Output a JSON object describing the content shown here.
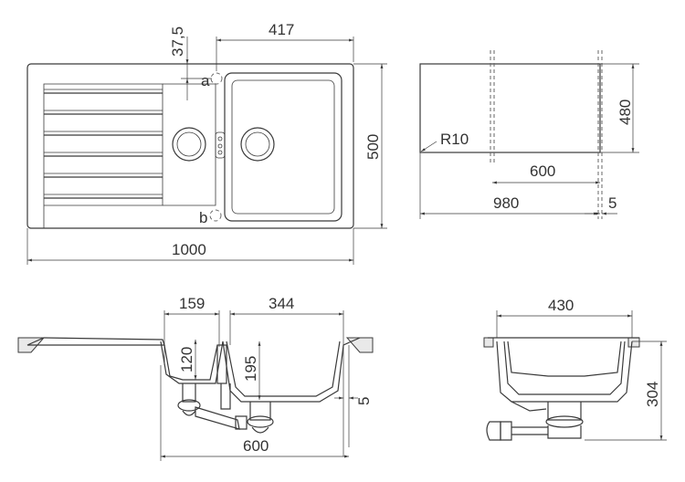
{
  "top_view": {
    "dims": {
      "offset_37_5": "37,5",
      "width_417": "417",
      "height_500": "500",
      "length_1000": "1000",
      "point_a": "a",
      "point_b": "b"
    }
  },
  "cutout_view": {
    "dims": {
      "radius": "R10",
      "height_480": "480",
      "width_600": "600",
      "width_980": "980",
      "gap_5": "5"
    }
  },
  "section_view": {
    "dims": {
      "width_159": "159",
      "width_344": "344",
      "depth_120": "120",
      "depth_195": "195",
      "gap_5": "5",
      "width_600": "600"
    }
  },
  "side_view": {
    "dims": {
      "width_430": "430",
      "height_304": "304"
    }
  },
  "colors": {
    "line": "#3a3a3a",
    "fill": "#e9e9e9"
  }
}
